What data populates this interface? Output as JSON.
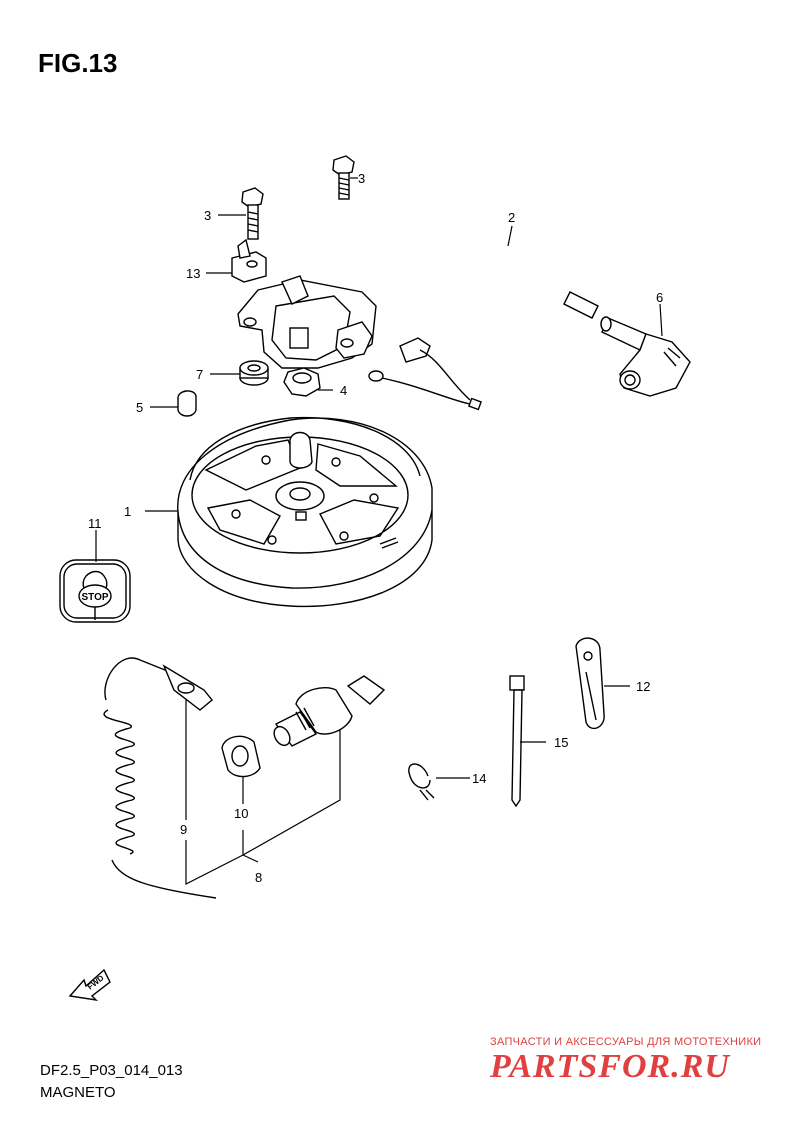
{
  "title": "FIG.13",
  "footer": {
    "code": "DF2.5_P03_014_013",
    "name": "MAGNETO"
  },
  "watermark": {
    "tagline": "ЗАПЧАСТИ И АКСЕССУАРЫ ДЛЯ МОТОТЕХНИКИ",
    "logo": "PARTSFOR.RU"
  },
  "stop_label": "STOP",
  "fwd_label": "FWD",
  "callouts": {
    "c1": "1",
    "c2": "2",
    "c3a": "3",
    "c3b": "3",
    "c4": "4",
    "c5": "5",
    "c6": "6",
    "c7": "7",
    "c8": "8",
    "c9": "9",
    "c10": "10",
    "c11": "11",
    "c12": "12",
    "c13": "13",
    "c14": "14",
    "c15": "15"
  }
}
